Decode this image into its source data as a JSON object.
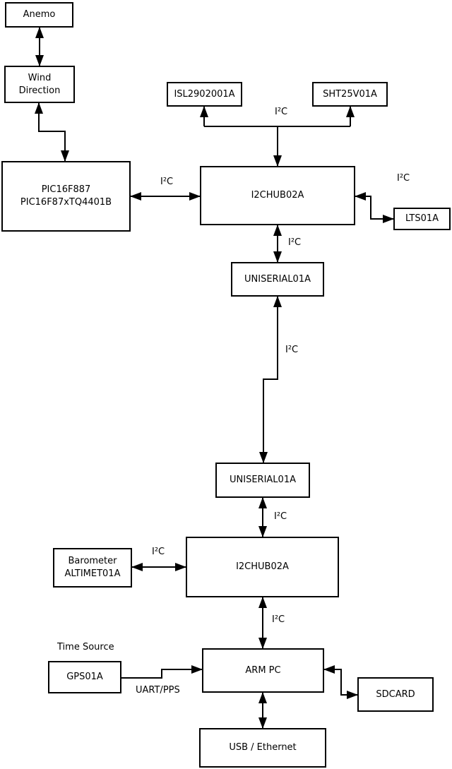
{
  "diagram": {
    "background": "#ffffff",
    "line_color": "#000000",
    "nodes": {
      "anemo": {
        "label": "Anemo"
      },
      "wind_direction": {
        "label": "Wind\nDirection"
      },
      "pic": {
        "label": "PIC16F887\nPIC16F87xTQ4401B"
      },
      "isl": {
        "label": "ISL2902001A"
      },
      "sht": {
        "label": "SHT25V01A"
      },
      "hub1": {
        "label": "I2CHUB02A"
      },
      "lts": {
        "label": "LTS01A"
      },
      "uniserial1": {
        "label": "UNISERIAL01A"
      },
      "uniserial2": {
        "label": "UNISERIAL01A"
      },
      "hub2": {
        "label": "I2CHUB02A"
      },
      "barometer": {
        "label": "Barometer\nALTIMET01A"
      },
      "gps": {
        "label": "GPS01A"
      },
      "arm_pc": {
        "label": "ARM PC"
      },
      "sdcard": {
        "label": "SDCARD"
      },
      "usb_ethernet": {
        "label": "USB / Ethernet"
      }
    },
    "edge_labels": {
      "i2c_sensors": "I²C",
      "i2c_pic_hub1": "I²C",
      "i2c_hub1_lts": "I²C",
      "i2c_hub1_uniserial1": "I²C",
      "i2c_uniserial_link": "I²C",
      "i2c_uniserial2_hub2": "I²C",
      "i2c_barometer_hub2": "I²C",
      "i2c_hub2_armpc": "I²C",
      "time_source": "Time Source",
      "uart_pps": "UART/PPS"
    }
  }
}
